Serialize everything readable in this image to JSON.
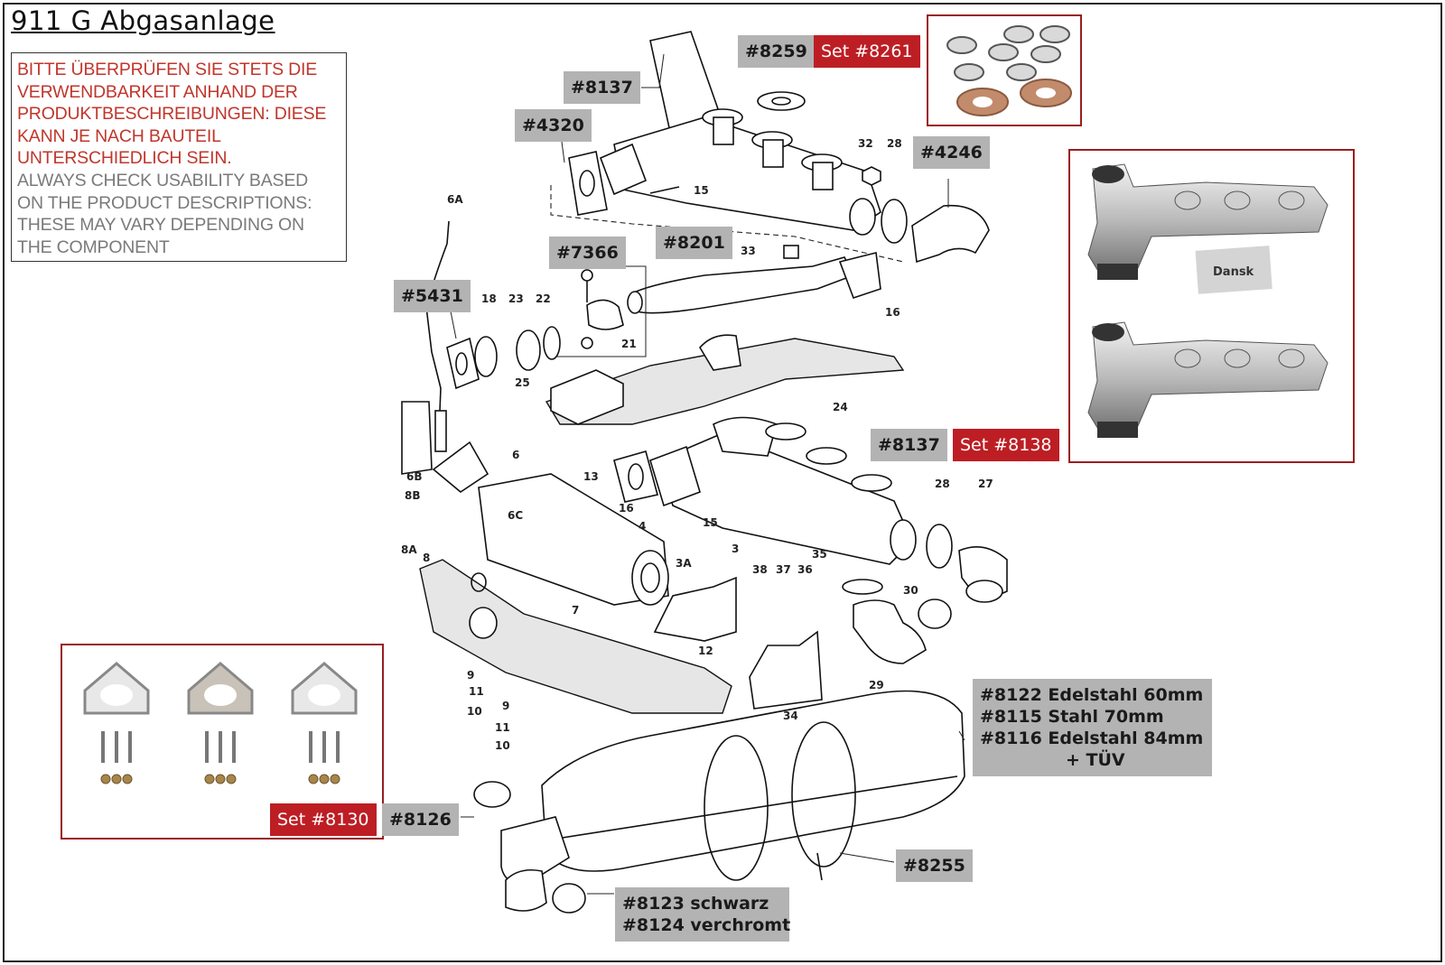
{
  "page": {
    "title": "911 G Abgasanlage"
  },
  "notice": {
    "german_lines": [
      "BITTE ÜBERPRÜFEN SIE STETS DIE",
      "VERWENDBARKEIT ANHAND DER",
      "PRODUKTBESCHREIBUNGEN: DIESE",
      "KANN JE NACH BAUTEIL",
      "UNTERSCHIEDLICH SEIN."
    ],
    "english_lines": [
      "ALWAYS CHECK USABILITY BASED",
      "ON THE PRODUCT DESCRIPTIONS:",
      "THESE MAY VARY DEPENDING ON",
      "THE COMPONENT"
    ],
    "german_color": "#c0362c",
    "english_color": "#7a7a7a"
  },
  "colors": {
    "callout_grey": "#b3b3b3",
    "callout_red": "#bd1e24",
    "photo_border": "#9a1f1f"
  },
  "callouts": {
    "c8259": "#8259",
    "c8261": "Set #8261",
    "c8137_top": "#8137",
    "c4320": "#4320",
    "c4246": "#4246",
    "c7366": "#7366",
    "c8201": "#8201",
    "c5431": "#5431",
    "c8137_mid": "#8137",
    "c8138": "Set #8138",
    "c8126": "#8126",
    "c8130": "Set #8130",
    "c8255": "#8255",
    "muffler_lines": [
      "#8122 Edelstahl 60mm",
      "#8115 Stahl 70mm",
      "#8116 Edelstahl 84mm",
      "+ TÜV"
    ],
    "tailpipe_lines": [
      "#8123 schwarz",
      "#8124 verchromt"
    ]
  },
  "photo_label": "Dansk",
  "part_numbers": [
    "6A",
    "18",
    "23",
    "22",
    "21",
    "25",
    "24",
    "33",
    "16",
    "32",
    "28",
    "15",
    "6",
    "6C",
    "6B",
    "8B",
    "8A",
    "8",
    "13",
    "16",
    "4",
    "3A",
    "3",
    "15",
    "7",
    "12",
    "28",
    "27",
    "38",
    "37",
    "36",
    "35",
    "30",
    "34",
    "29",
    "9",
    "11",
    "10",
    "9",
    "11",
    "10"
  ]
}
